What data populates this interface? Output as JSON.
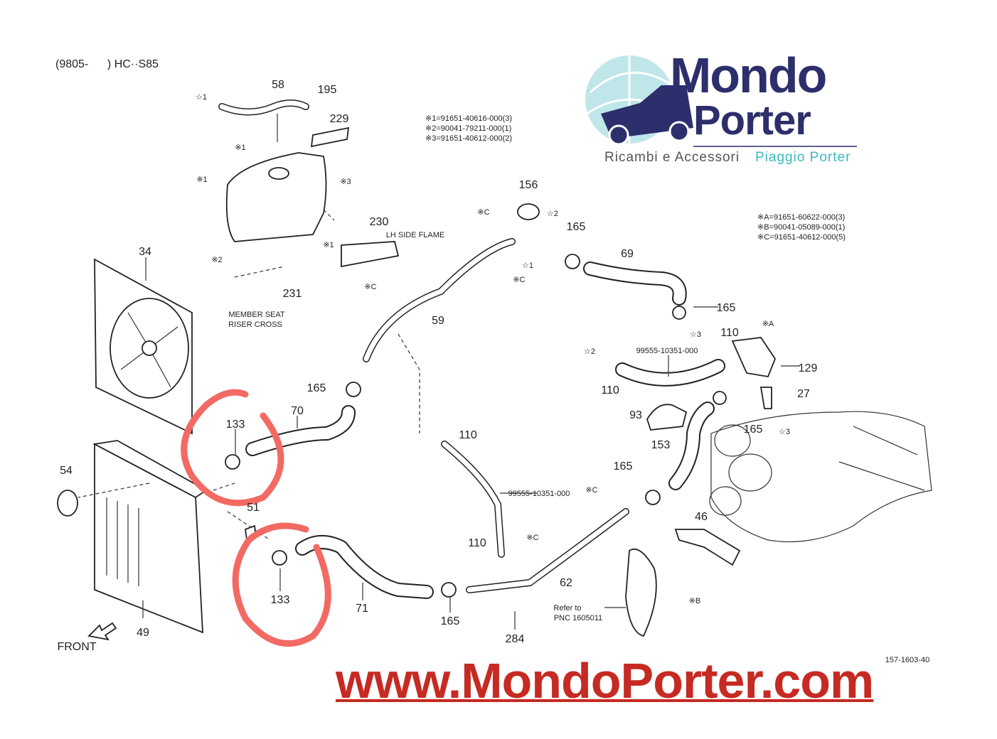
{
  "header": "(9805-      ) HC··S85",
  "logo": {
    "line1": "Mondo",
    "line2": "Porter",
    "tagline": "Ricambi e Accessori",
    "brand": "Piaggio Porter",
    "colors": {
      "primary": "#2c2f6b",
      "accent": "#3bb8c0"
    }
  },
  "notes_left": [
    "※1=91651-40616-000(3)",
    "※2=90041-79211-000(1)",
    "※3=91651-40612-000(2)"
  ],
  "notes_right": [
    "※A=91651-60622-000(3)",
    "※B=90041-05089-000(1)",
    "※C=91651-40612-000(5)"
  ],
  "labels": [
    "58",
    "195",
    "229",
    "☆1",
    "※1",
    "※1",
    "※3",
    "230",
    "LH SIDE FLAME",
    "※1",
    "34",
    "※2",
    "231",
    "MEMBER SEAT",
    "RISER CROSS",
    "※C",
    "59",
    "※C",
    "156",
    "☆2",
    "165",
    "☆1",
    "※C",
    "69",
    "165",
    "☆3",
    "110",
    "※A",
    "☆2",
    "99555-10351-000",
    "129",
    "110",
    "27",
    "165",
    "70",
    "133",
    "110",
    "93",
    "165",
    "☆3",
    "153",
    "54",
    "165",
    "99555-10351-000",
    "※C",
    "51",
    "46",
    "※C",
    "110",
    "62",
    "133",
    "71",
    "165",
    "Refer to",
    "PNC 1605011",
    "※B",
    "284",
    "49",
    "FRONT",
    "157-1603-40"
  ],
  "highlight_color": "#f26a63",
  "highlighted_parts": [
    "133",
    "133"
  ],
  "url": "www.MondoPorter.com",
  "url_color": "#c62a22"
}
